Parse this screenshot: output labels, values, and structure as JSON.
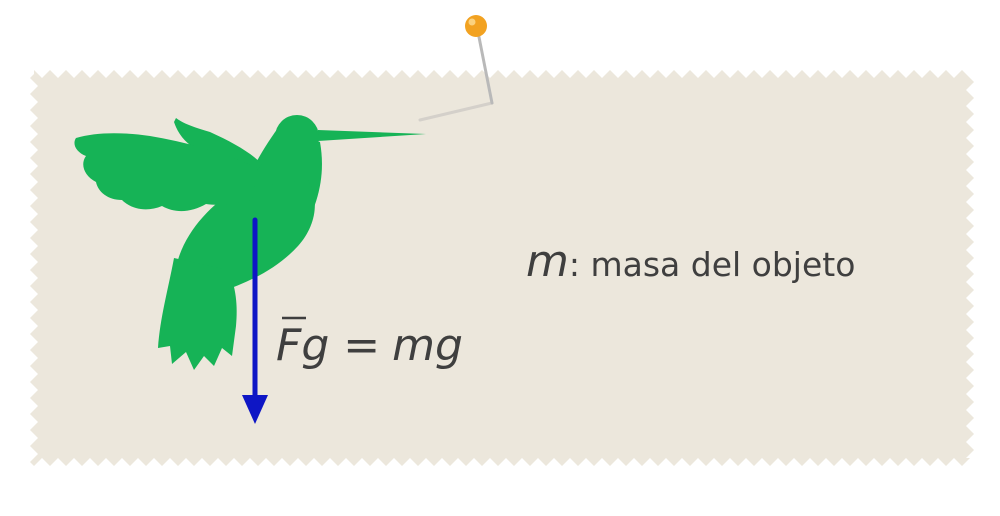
{
  "formula": {
    "force_symbol": "F",
    "force_subscript": "g",
    "equals": "=",
    "rhs": "mg"
  },
  "legend": {
    "symbol": "m",
    "separator": ":",
    "description": " masa del objeto"
  },
  "colors": {
    "paper": "#ece7dc",
    "bird": "#16b356",
    "arrow": "#0e16c5",
    "text": "#3f3f3f",
    "pin_head": "#f2a221"
  },
  "icons": {
    "bird": "hummingbird-icon",
    "pin": "push-pin-icon",
    "arrow": "force-arrow-down"
  }
}
